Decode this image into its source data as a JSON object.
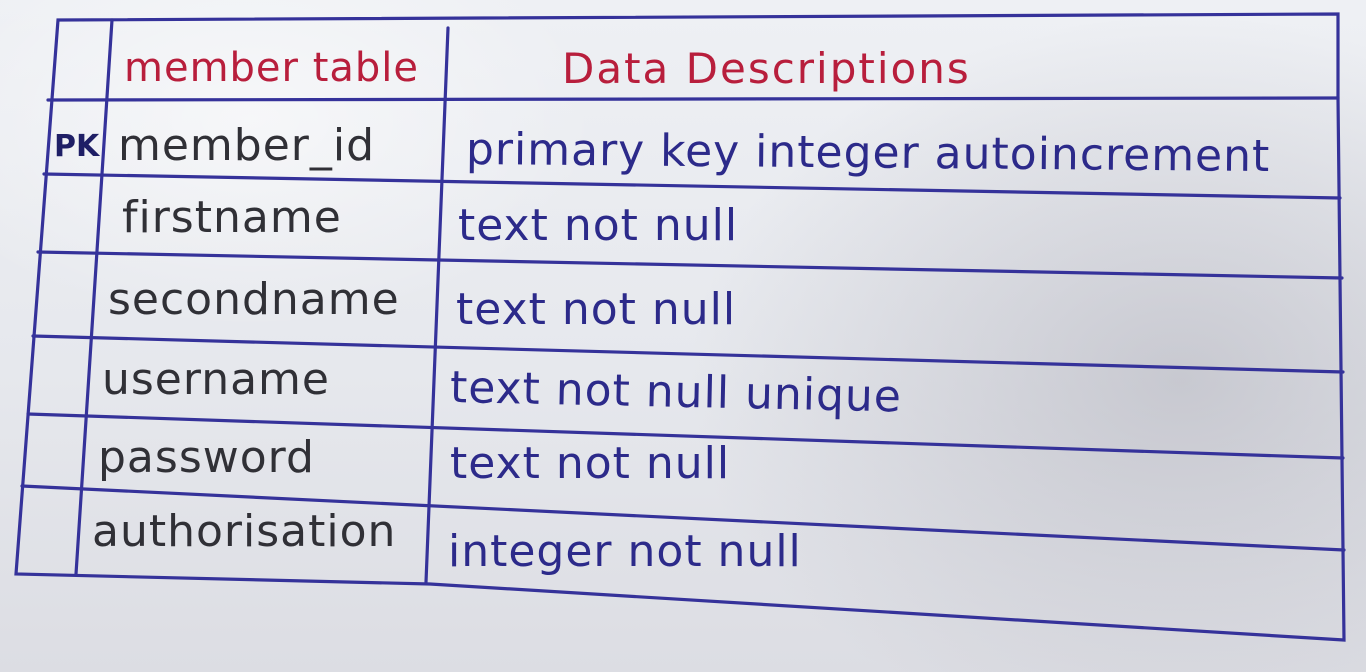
{
  "table": {
    "header": {
      "name_col": "member table",
      "desc_col": "Data Descriptions"
    },
    "pk_marker": "PK",
    "rows": [
      {
        "name": "member_id",
        "description": "primary key integer autoincrement"
      },
      {
        "name": "firstname",
        "description": "text not null"
      },
      {
        "name": "secondname",
        "description": "text not null"
      },
      {
        "name": "username",
        "description": "text not null unique"
      },
      {
        "name": "password",
        "description": "text not null"
      },
      {
        "name": "authorisation",
        "description": "integer not null"
      }
    ]
  },
  "colors": {
    "ink_blue": "#35329a",
    "ink_red": "#b81e3c",
    "ink_black": "#303036",
    "paper": "#e9e9ec"
  }
}
